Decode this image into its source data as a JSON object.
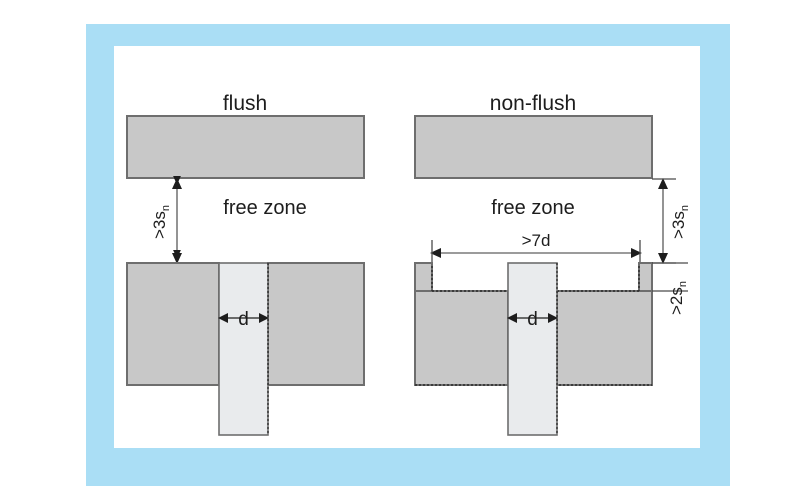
{
  "figure": {
    "title_left": "flush",
    "title_right": "non-flush",
    "free_zone_left": "free zone",
    "free_zone_right": "free zone",
    "dim_d_left": "d",
    "dim_d_right": "d",
    "dim_3sn_left": ">3s",
    "dim_3sn_left_sub": "n",
    "dim_3sn_right": ">3s",
    "dim_3sn_right_sub": "n",
    "dim_7d": ">7d",
    "dim_2sn": ">2s",
    "dim_2sn_sub": "n"
  },
  "colors": {
    "frame_blue": "#aadef5",
    "panel_white": "#ffffff",
    "block_fill": "#c8c8c8",
    "sensor_fill": "#e9ebed",
    "outline": "#6e6e6e",
    "line": "#7a7a7a",
    "text": "#1d1d1d",
    "dotted": "#2b2b2b"
  }
}
